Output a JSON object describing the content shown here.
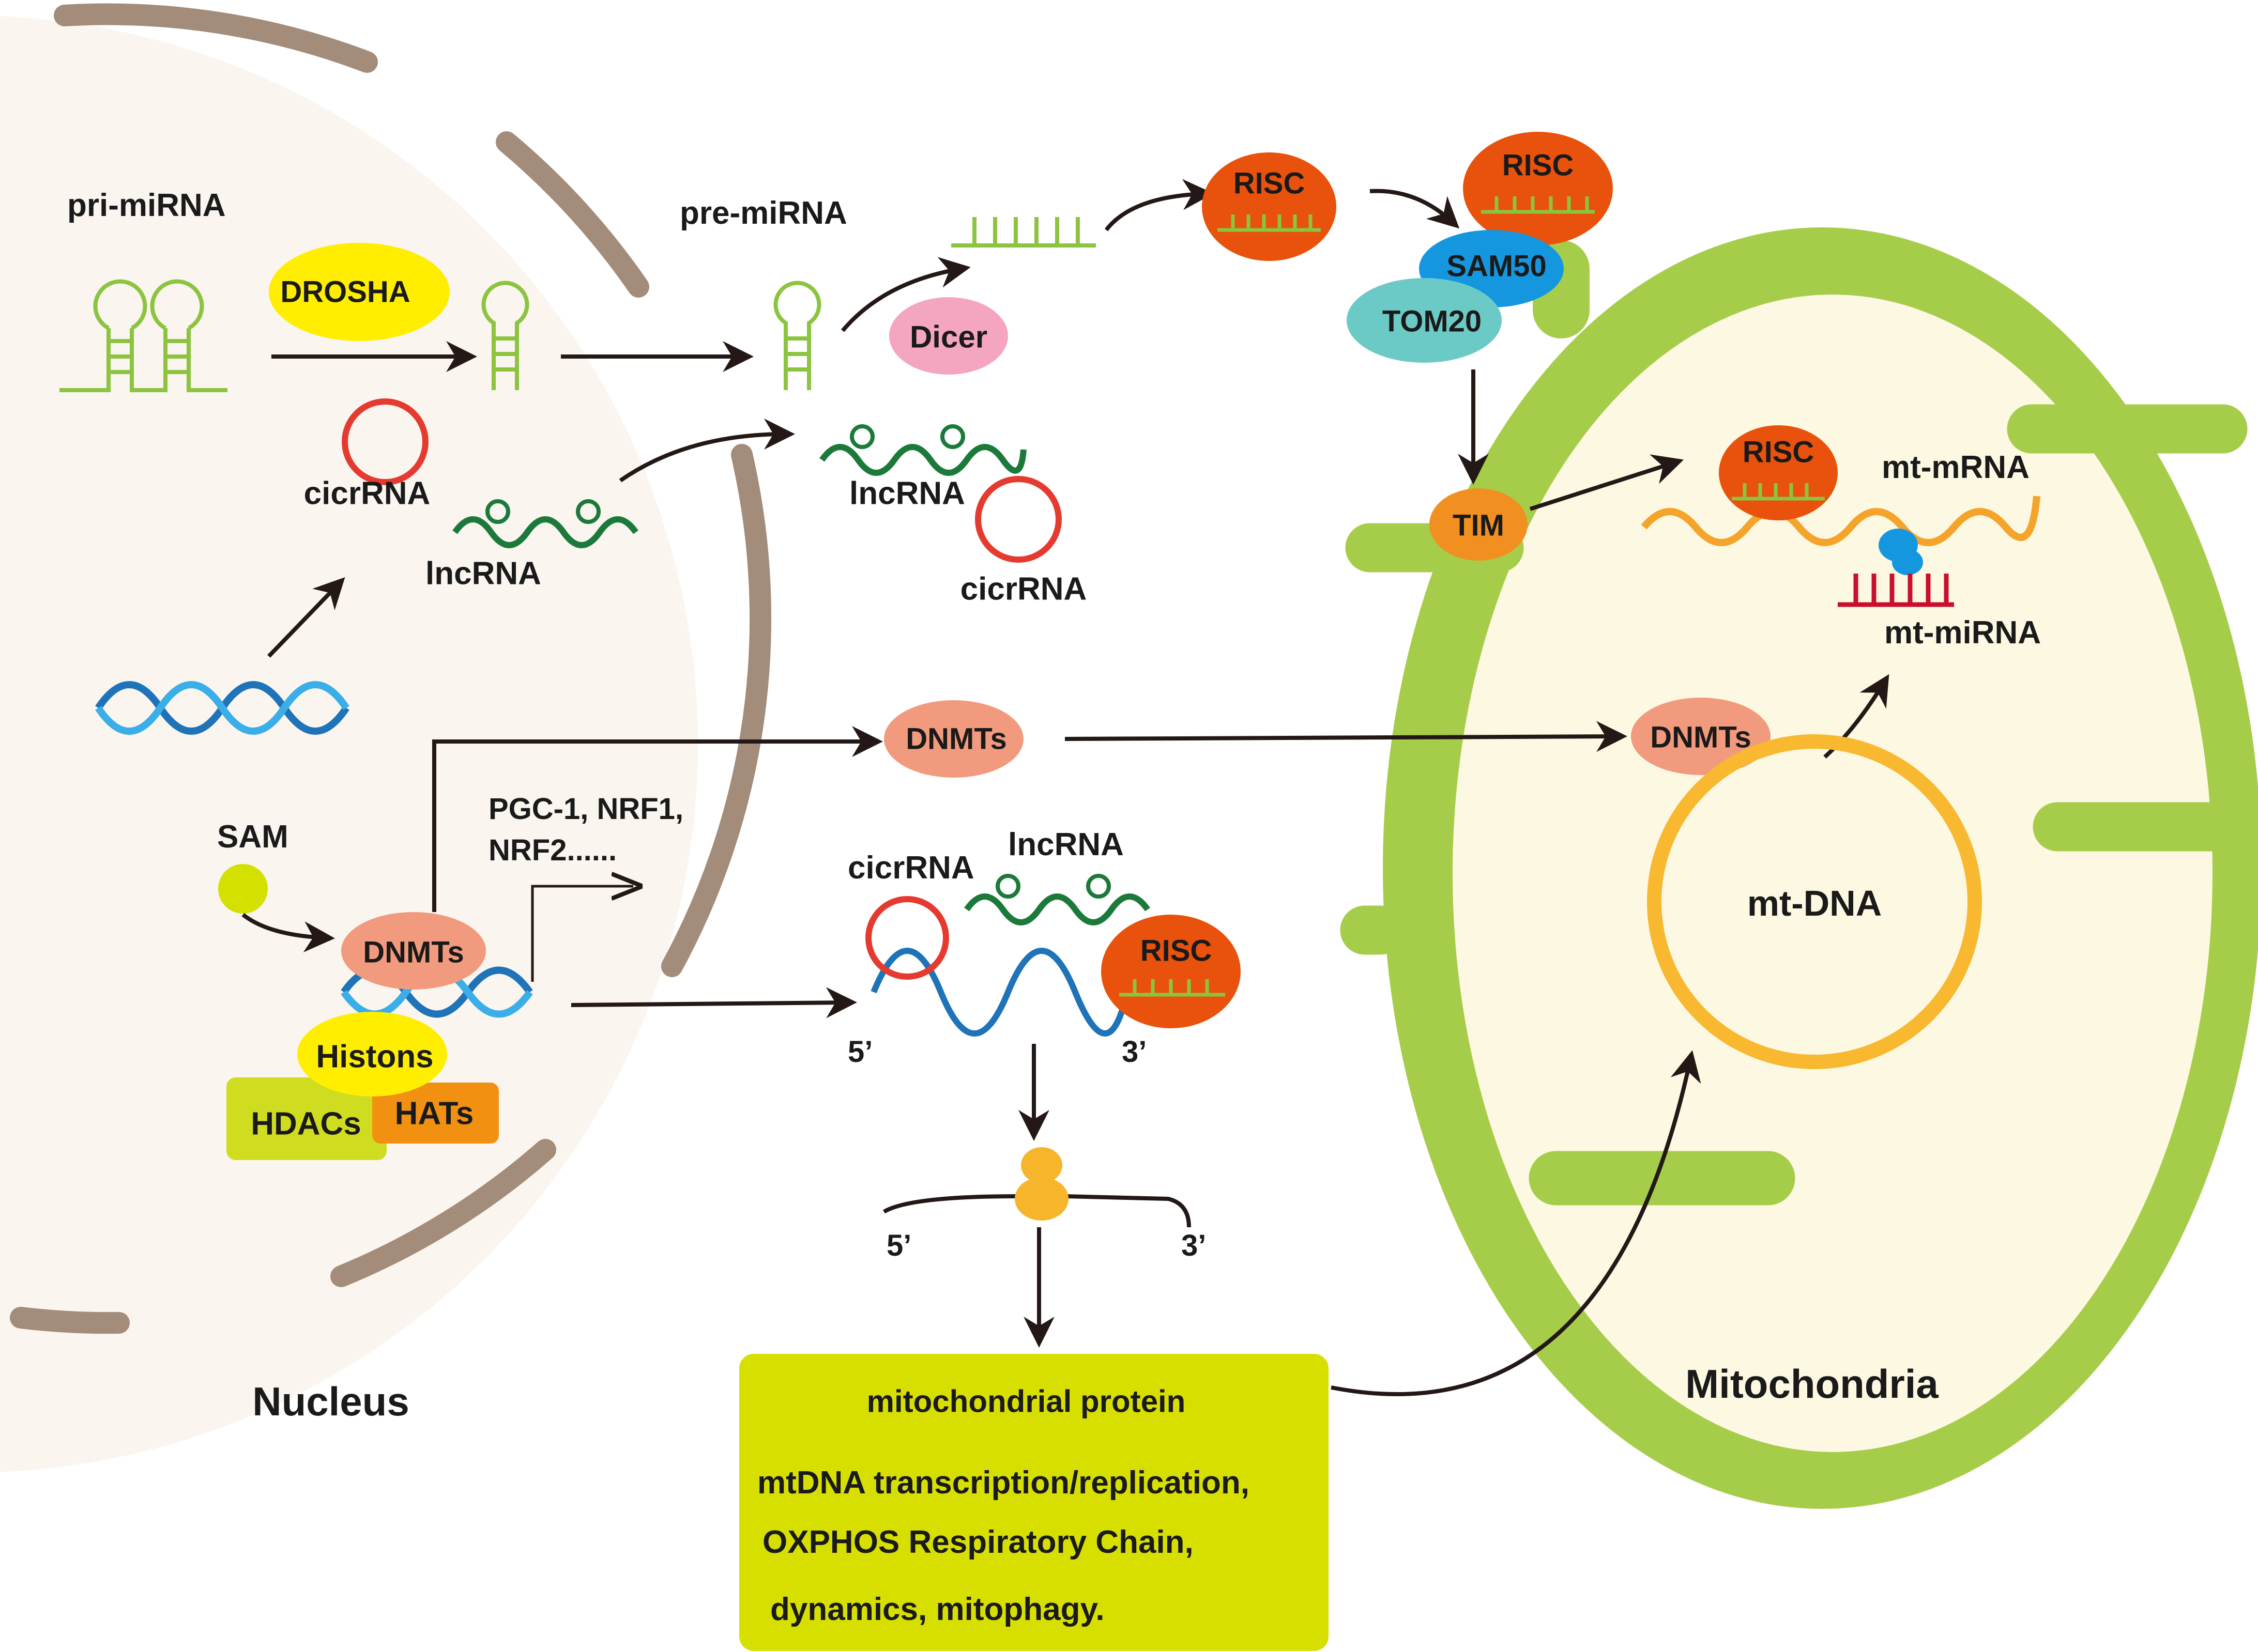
{
  "labels": {
    "pri_mirna": "pri-miRNA",
    "drosha": "DROSHA",
    "pre_mirna": "pre-miRNA",
    "dicer": "Dicer",
    "cicrrna_nucleus": "cicrRNA",
    "lncrna_nucleus": "lncRNA",
    "lncrna_cyto": "lncRNA",
    "cicrrna_cyto": "cicrRNA",
    "risc_top1": "RISC",
    "risc_top2": "RISC",
    "sam50": "SAM50",
    "tom20": "TOM20",
    "tim": "TIM",
    "risc_mito": "RISC",
    "mt_mrna": "mt-mRNA",
    "mt_mirna": "mt-miRNA",
    "dnmts_cyto": "DNMTs",
    "dnmts_mito": "DNMTs",
    "mt_dna": "mt-DNA",
    "sam": "SAM",
    "dnmts_nucleus": "DNMTs",
    "pgc_line1": "PGC-1, NRF1,",
    "pgc_line2": "NRF2......",
    "histons": "Histons",
    "hdacs": "HDACs",
    "hats": "HATs",
    "cicrrna_lower": "cicrRNA",
    "lncrna_lower": "lncRNA",
    "risc_lower": "RISC",
    "five_prime_1": "5’",
    "three_prime_1": "3’",
    "five_prime_2": "5’",
    "three_prime_2": "3’",
    "nucleus": "Nucleus",
    "mitochondria": "Mitochondria"
  },
  "protein_box": {
    "title": "mitochondrial protein",
    "line1": "mtDNA transcription/replication,",
    "line2": "OXPHOS Respiratory Chain,",
    "line3": "dynamics, mitophagy."
  },
  "colors": {
    "nucleus_fill": "#faf5ef",
    "nuclear_envelope": "#a38c7a",
    "mito_membrane": "#a6cd4a",
    "mito_matrix": "#fdf8e2",
    "rna_green": "#8cc43f",
    "lncrna_green": "#1b7a3a",
    "circ_red": "#e53a2f",
    "risc_orange": "#e8520c",
    "dnmts_salmon": "#f29a7d",
    "yellow": "#ffee00",
    "dicer_pink": "#f4a6c1",
    "sam50_blue": "#1597e0",
    "tom20_teal": "#6ccac6",
    "tim_orange": "#f19020",
    "dna_blue1": "#1e73b9",
    "dna_blue2": "#3aaee8",
    "mtrna_orange": "#f4a32b",
    "mtmirna_red": "#c8102e",
    "mtdna_ring": "#f8b830",
    "box_fill": "#d7df00",
    "hdacs_fill": "#cfdc1f",
    "hats_fill": "#f29111",
    "sam_dot": "#d4e000",
    "ribosome": "#f6b52a",
    "arrow": "#231815"
  }
}
